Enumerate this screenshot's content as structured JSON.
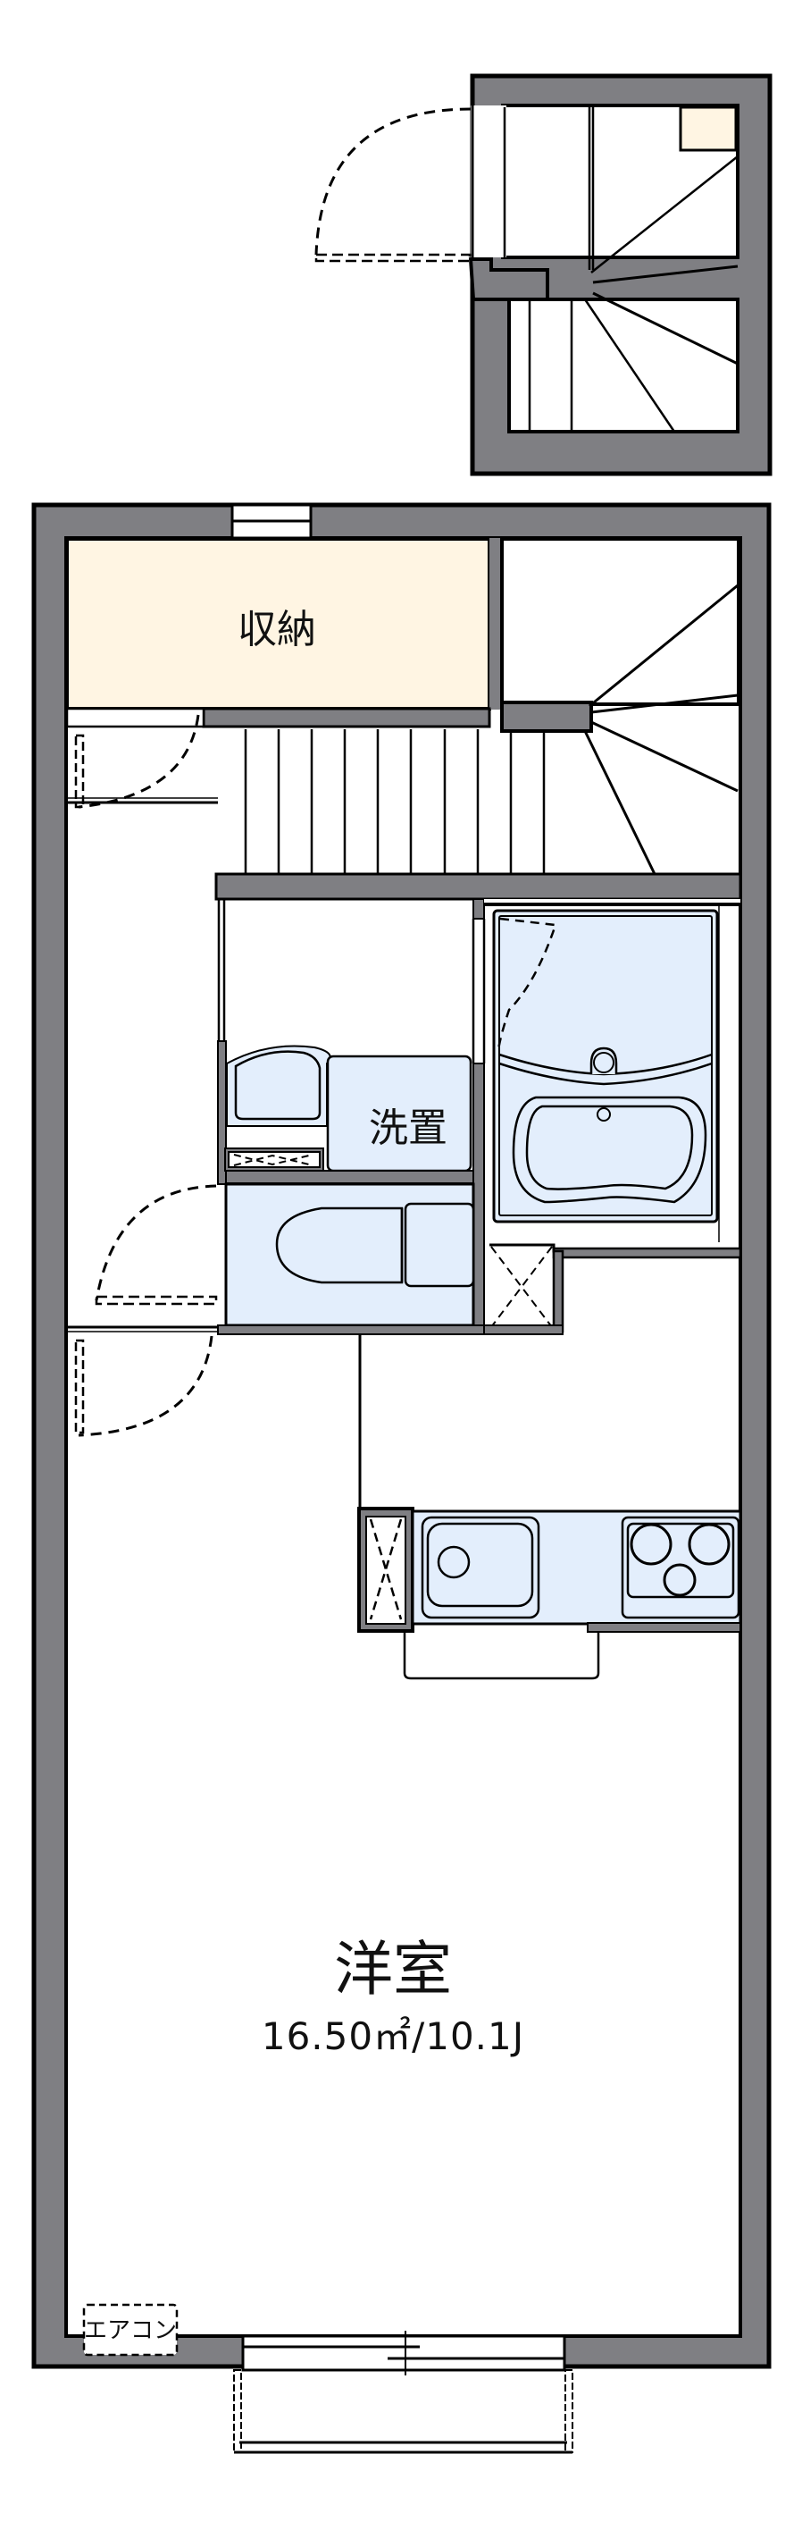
{
  "floor_plan": {
    "rooms": {
      "storage": {
        "label": "収納"
      },
      "laundry": {
        "label": "洗置"
      },
      "main_room": {
        "label": "洋室",
        "area": "16.50㎡/10.1J"
      }
    },
    "fixtures": {
      "air_conditioner": {
        "label": "エアコン"
      }
    },
    "colors": {
      "wall": "#7f7f83",
      "outline": "#000000",
      "storage_fill": "#fff5e3",
      "wet_area_fill": "#e3eefc",
      "background": "#ffffff"
    }
  }
}
